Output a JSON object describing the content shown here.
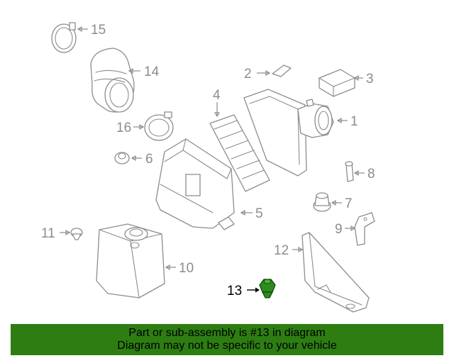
{
  "diagram": {
    "highlight_color": "#2e8b1e",
    "callouts": [
      {
        "id": "1",
        "label": "1"
      },
      {
        "id": "2",
        "label": "2"
      },
      {
        "id": "3",
        "label": "3"
      },
      {
        "id": "4",
        "label": "4"
      },
      {
        "id": "5",
        "label": "5"
      },
      {
        "id": "6",
        "label": "6"
      },
      {
        "id": "7",
        "label": "7"
      },
      {
        "id": "8",
        "label": "8"
      },
      {
        "id": "9",
        "label": "9"
      },
      {
        "id": "10",
        "label": "10"
      },
      {
        "id": "11",
        "label": "11"
      },
      {
        "id": "12",
        "label": "12"
      },
      {
        "id": "13",
        "label": "13",
        "highlighted": true
      },
      {
        "id": "14",
        "label": "14"
      },
      {
        "id": "15",
        "label": "15"
      },
      {
        "id": "16",
        "label": "16"
      }
    ]
  },
  "banner": {
    "line1": "Part or sub-assembly is #13 in diagram",
    "line2": "Diagram may not be specific to your vehicle",
    "background": "#2e7d12"
  }
}
